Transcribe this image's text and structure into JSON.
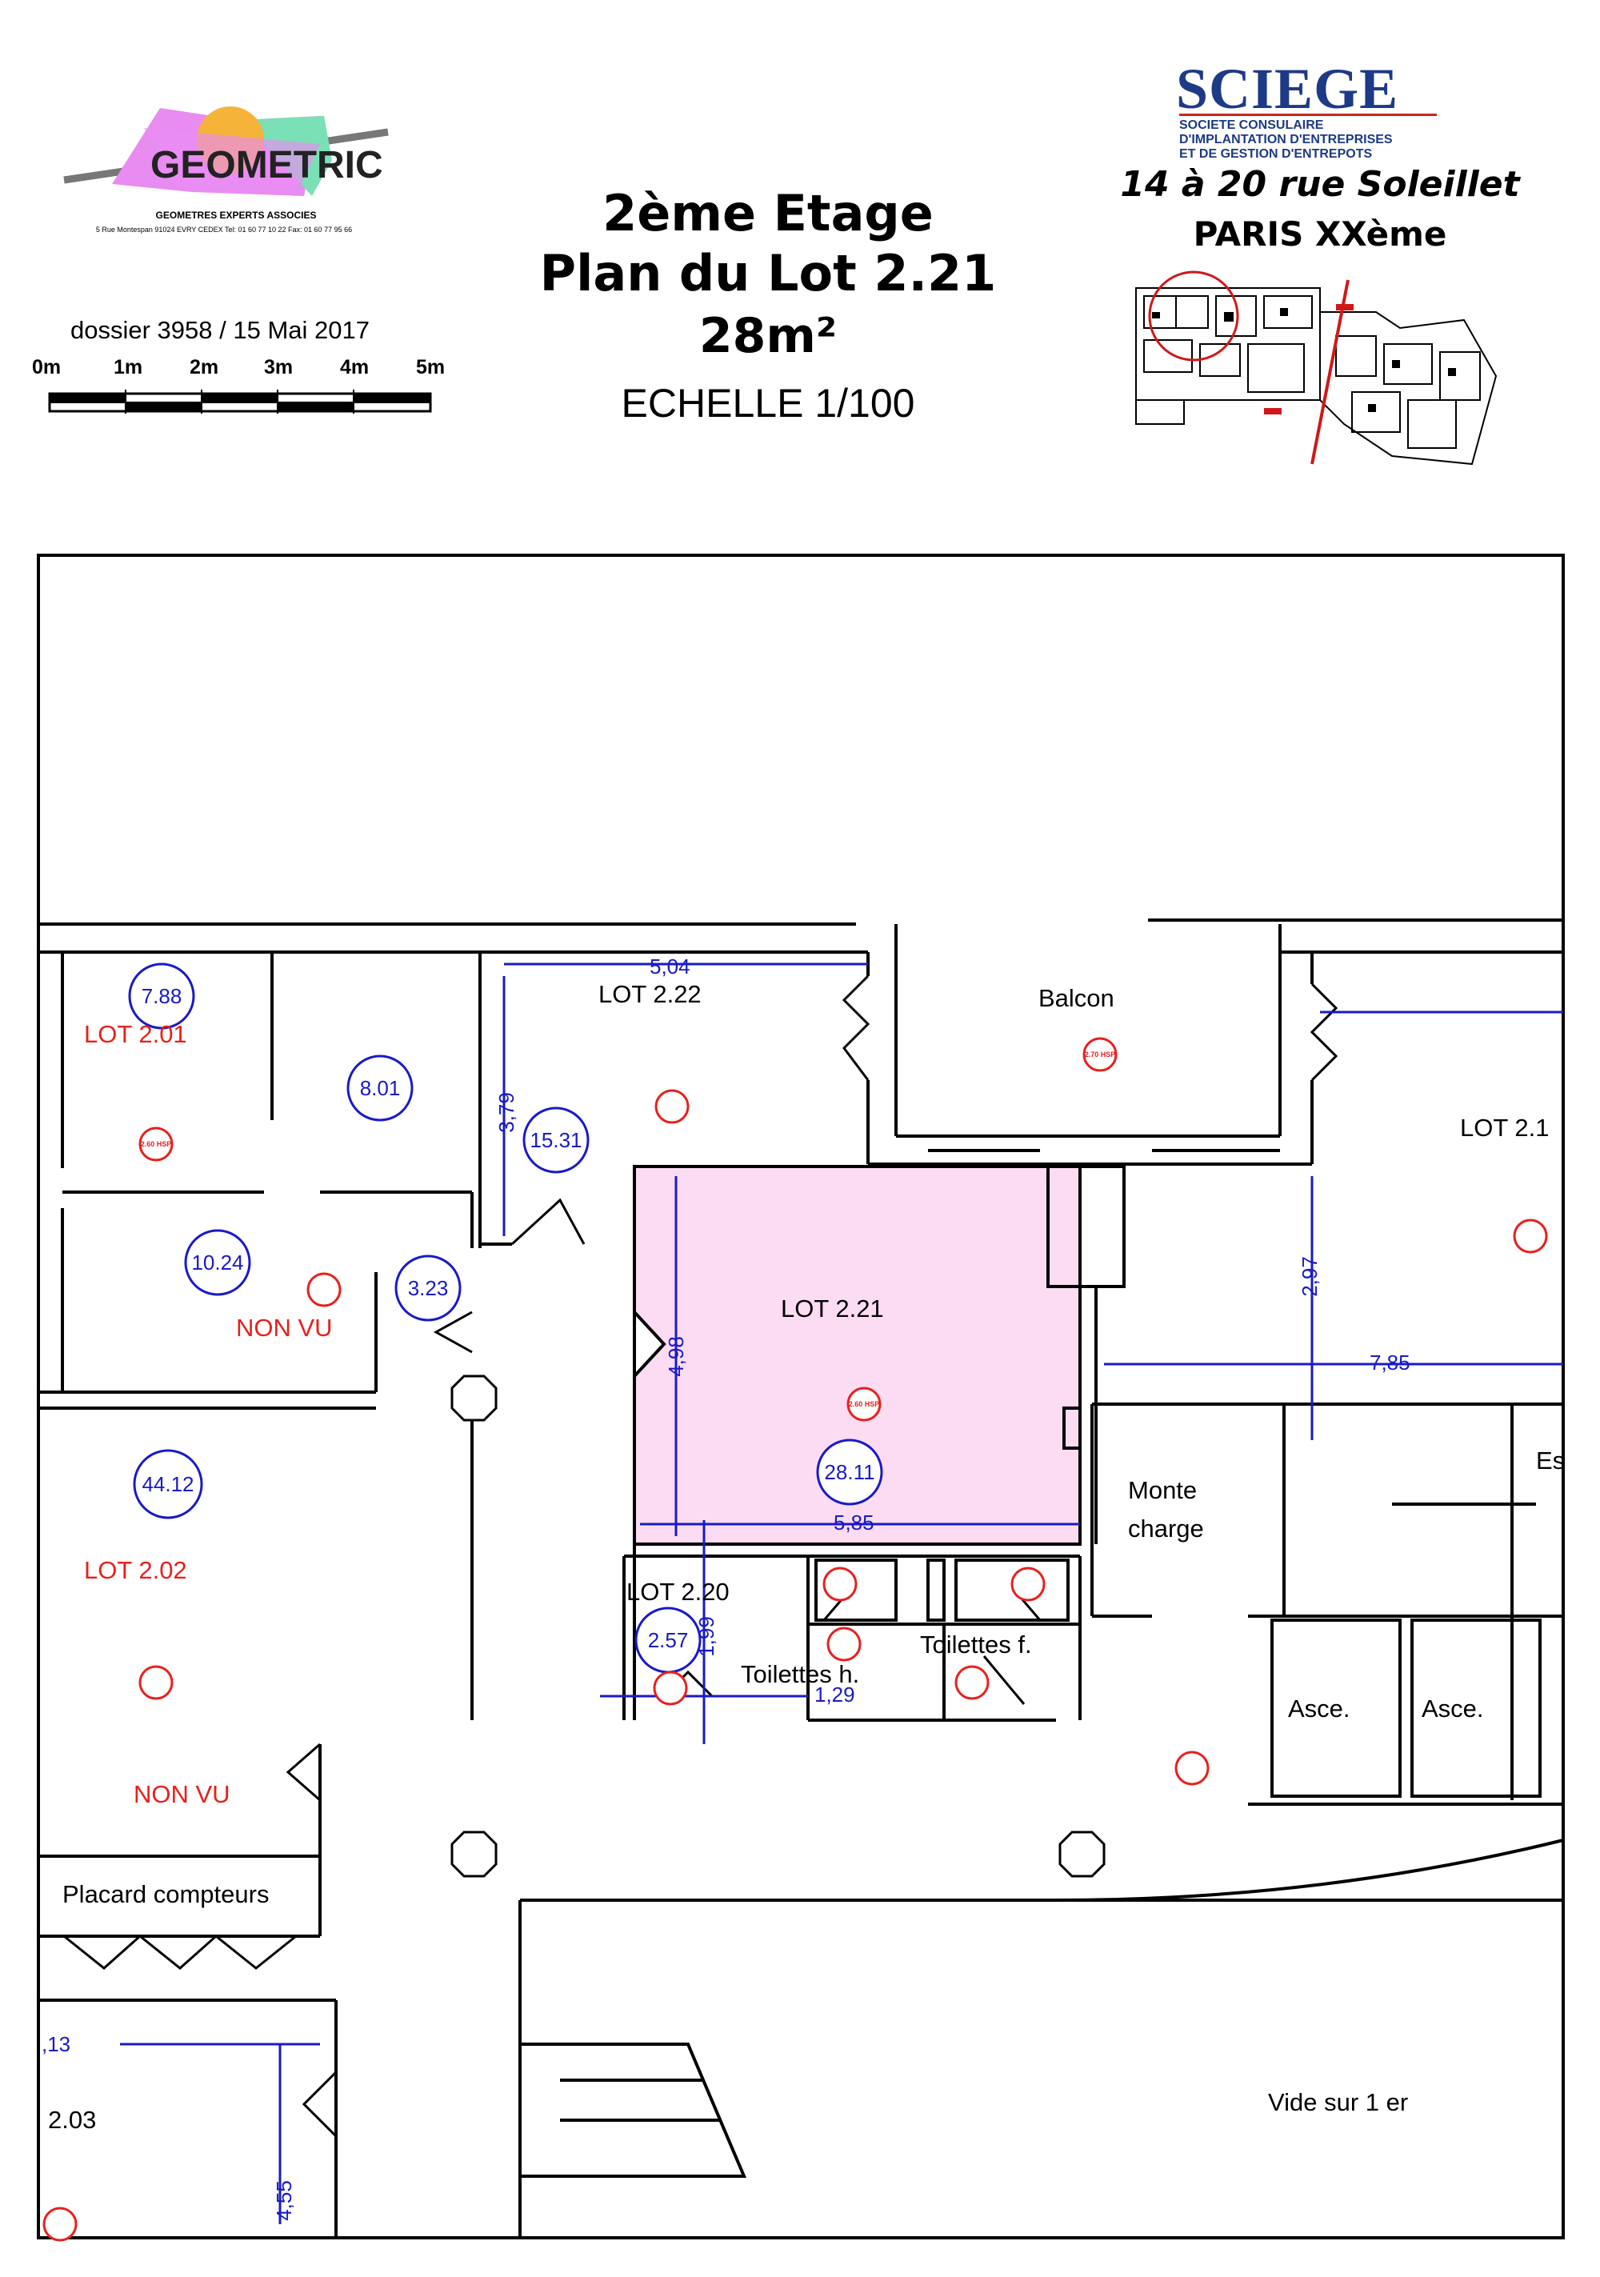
{
  "logos": {
    "geometric": {
      "name": "GEOMETRIC",
      "subtitle": "GEOMETRES EXPERTS ASSOCIES",
      "address": "5 Rue Montespan 91024 EVRY CEDEX  Tel: 01 60 77 10 22 Fax: 01 60 77 95 66"
    },
    "sciege": {
      "name": "SCIEGE",
      "line1": "SOCIETE CONSULAIRE",
      "line2": "D'IMPLANTATION D'ENTREPRISES",
      "line3": "ET DE GESTION D'ENTREPOTS"
    }
  },
  "dossier": "dossier 3958 / 15 Mai 2017",
  "scale_bar": {
    "labels": [
      "0m",
      "1m",
      "2m",
      "3m",
      "4m",
      "5m"
    ]
  },
  "title": {
    "floor": "2ème Etage",
    "plan": "Plan du Lot 2.21",
    "area": "28m²",
    "scale": "ECHELLE 1/100"
  },
  "address": {
    "street": "14 à 20  rue Soleillet",
    "city": "PARIS XXème"
  },
  "colors": {
    "lot_fill": "#fbdcf3",
    "dimension_blue": "#1a1ac8",
    "lot_red": "#e8201c"
  },
  "plan": {
    "lots": [
      {
        "label": "LOT 2.01",
        "area": "7.88",
        "color": "red"
      },
      {
        "label": "",
        "area": "8.01"
      },
      {
        "label": "",
        "area": "10.24"
      },
      {
        "label": "",
        "area": "3.23"
      },
      {
        "label": "LOT 2.22",
        "area": "15.31",
        "color": "black"
      },
      {
        "label": "LOT 2.21",
        "area": "28.11",
        "color": "black"
      },
      {
        "label": "LOT 2.02",
        "area": "44.12",
        "color": "red"
      },
      {
        "label": "LOT 2.20",
        "area": "2.57",
        "color": "black"
      },
      {
        "label": "LOT 2.1",
        "area": "",
        "color": "black"
      },
      {
        "label": "2.03",
        "area": "",
        "color": "black"
      }
    ],
    "rooms": {
      "balcon": "Balcon",
      "monte": "Monte",
      "charge": "charge",
      "toilettes_h": "Toilettes h.",
      "toilettes_f": "Toilettes f.",
      "asce1": "Asce.",
      "asce2": "Asce.",
      "es": "Es",
      "placard": "Placard compteurs",
      "vide": "Vide sur 1 er"
    },
    "status": {
      "non_vu_1": "NON VU",
      "non_vu_2": "NON VU"
    },
    "dimensions": {
      "d504": "5,04",
      "d379": "3,79",
      "d498": "4,98",
      "d585": "5,85",
      "d297": "2,97",
      "d785": "7,85",
      "d199": "1,99",
      "d129": "1,29",
      "d713": ",13",
      "d455": "4,55"
    },
    "hsp_markers": [
      "2.60 HSP",
      "2.70 HSP",
      "2.60 HSP"
    ]
  }
}
